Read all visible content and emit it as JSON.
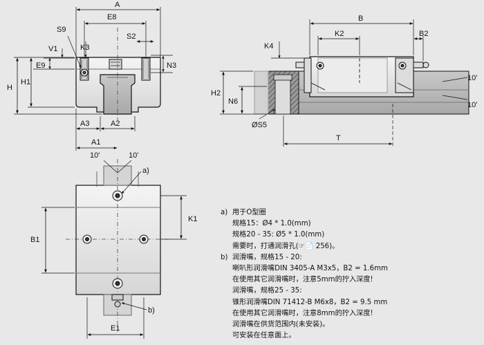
{
  "labels": {
    "A": "A",
    "E8": "E8",
    "S9": "S9",
    "K3": "K3",
    "V1": "V1",
    "E9": "E9",
    "S2": "S2",
    "N3": "N3",
    "H": "H",
    "H1": "H1",
    "A3": "A3",
    "A2": "A2",
    "A1": "A1",
    "B": "B",
    "K2": "K2",
    "B2": "B2",
    "K4": "K4",
    "H2": "H2",
    "N6": "N6",
    "S5": "ØS5",
    "T": "T",
    "ang1": "10'",
    "ang2": "10'",
    "ang3": "10'",
    "ang4": "10'",
    "note_a": "a)",
    "note_b": "b)",
    "K1": "K1",
    "B1": "B1",
    "E1": "E1"
  },
  "notes": {
    "a_key": "a)",
    "a_line1": "用于O型圈",
    "a_line2": "规格15：Ø4 * 1.0(mm)",
    "a_line3": "规格20 - 35: Ø5 * 1.0(mm)",
    "a_line4": "需要时，打通润滑孔(☞📄 256)。",
    "b_key": "b)",
    "b_line1": "润滑嘴，规格15 - 20:",
    "b_line2": "喇叭形润滑嘴DIN 3405-A M3x5，B2 = 1.6mm",
    "b_line3": "在使用其它润滑嘴时，注意5mm的拧入深度!",
    "b_line4": "润滑嘴，规格25 - 35:",
    "b_line5": "锥形润滑嘴DIN 71412-B M6x8，B2 = 9.5 mm",
    "b_line6": "在使用其它润滑嘴时，注意8mm的拧入深度!",
    "b_line7": "润滑嘴在供货范围内(未安装)。",
    "b_line8": "可安装在任意面上。"
  }
}
